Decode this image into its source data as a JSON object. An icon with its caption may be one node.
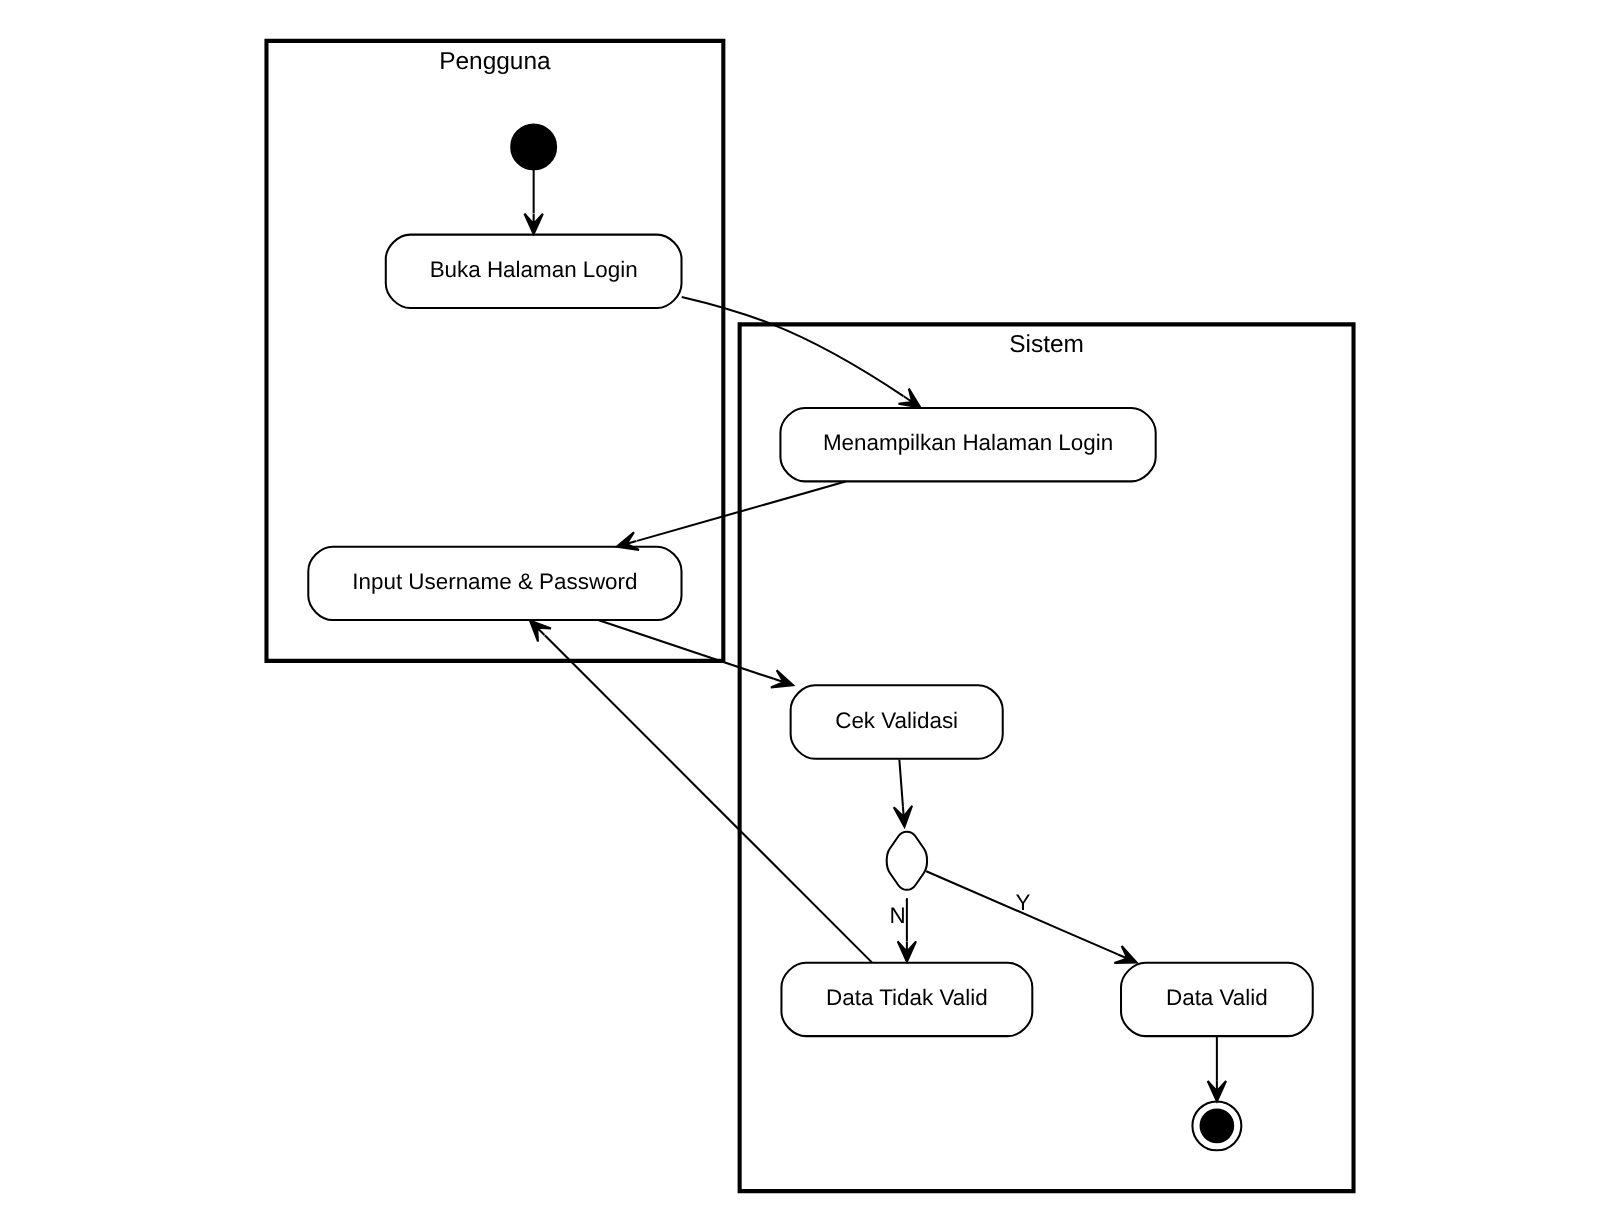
{
  "diagram": {
    "nodes": [
      {
        "text": [
          "Pengguna"
        ]
      },
      {
        "text": [
          "Sistem"
        ]
      },
      {
        "text": [],
        "shape": "circle",
        "in": 0
      },
      {
        "text": [
          "Buka Halaman Login"
        ],
        "in": 0
      },
      {
        "text": [
          "Input Username & Password"
        ],
        "in": 0
      },
      {
        "text": [
          "Menampilkan Halaman Login"
        ],
        "in": 1
      },
      {
        "text": [
          "Cek Validasi"
        ],
        "in": 1
      },
      {
        "text": [
          "Data Tidak Valid"
        ],
        "in": 1
      },
      {
        "text": [],
        "shape": "diamond",
        "in": 1
      },
      {
        "text": [
          "Data Valid"
        ],
        "in": 1
      },
      {
        "text": [],
        "shape": "circle",
        "in": 1
      }
    ],
    "edges": [
      {
        "from": 2,
        "to": 3,
        "arrow": "to"
      },
      {
        "from": 3,
        "to": 5,
        "arrow": "to"
      },
      {
        "from": 5,
        "to": 4,
        "arrow": "to"
      },
      {
        "from": 4,
        "to": 6,
        "arrow": "to"
      },
      {
        "from": 6,
        "to": 8,
        "arrow": "to"
      },
      {
        "from": 8,
        "to": 7,
        "arrow": "to",
        "label": "N"
      },
      {
        "from": 7,
        "to": 4,
        "arrow": "to"
      },
      {
        "from": 8,
        "to": 9,
        "arrow": "to",
        "label": "Y"
      },
      {
        "from": 9,
        "to": 10,
        "arrow": "to"
      }
    ]
  }
}
